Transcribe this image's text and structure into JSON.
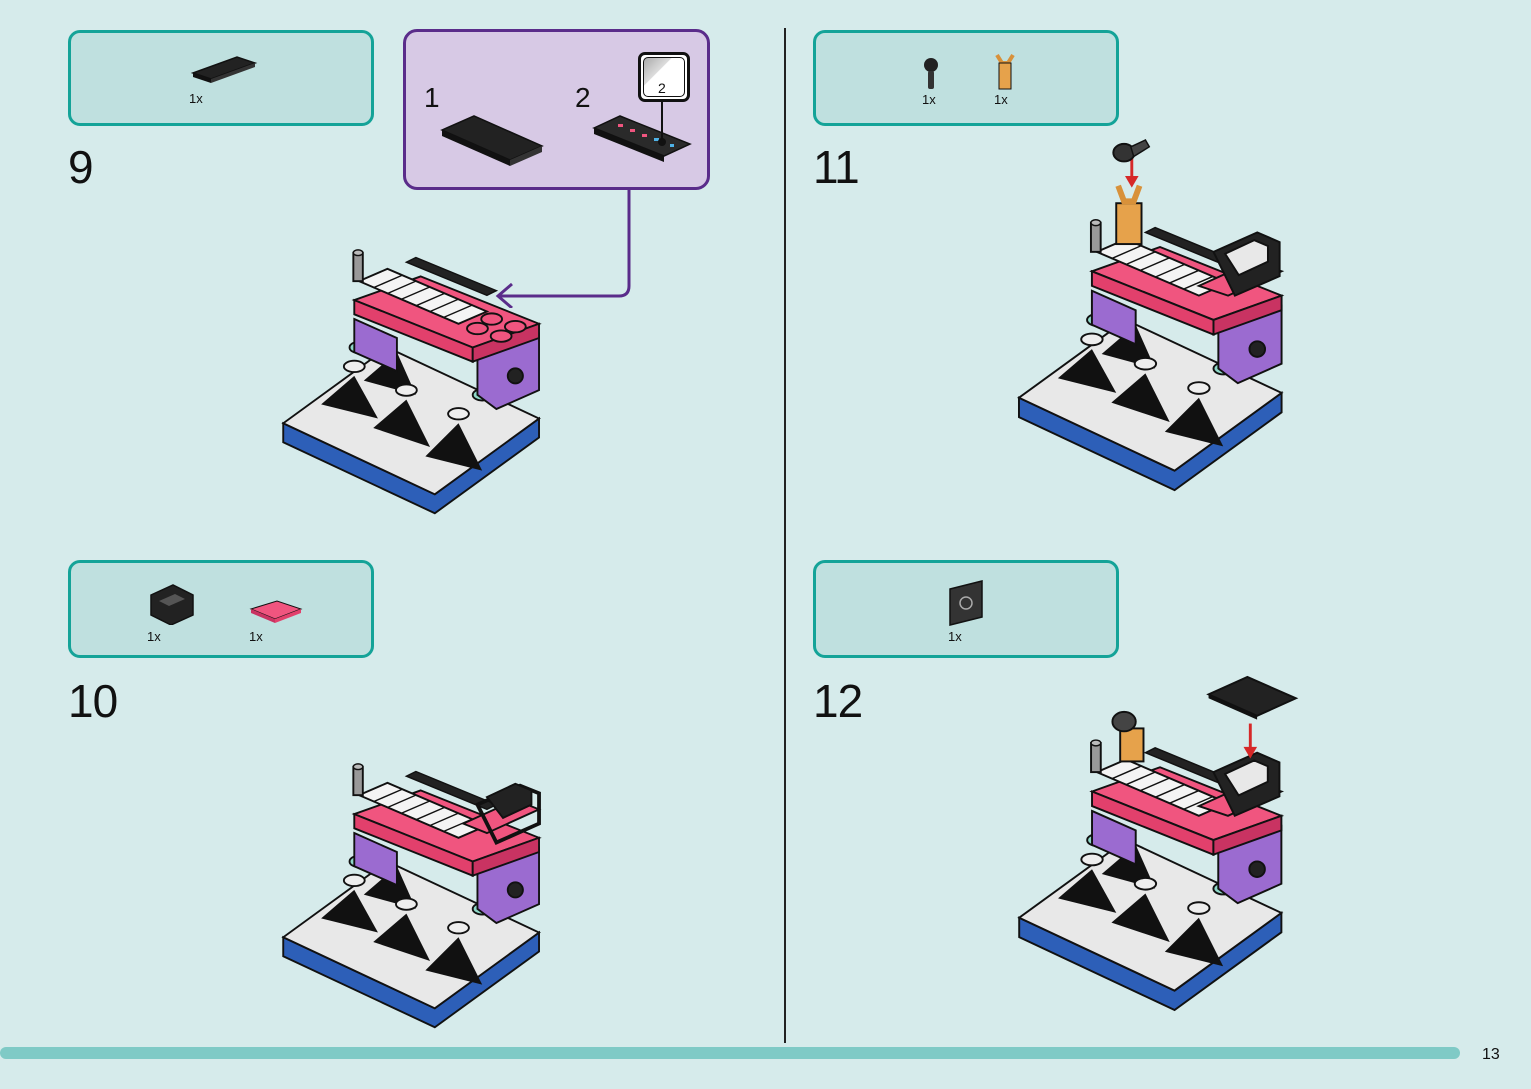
{
  "steps": [
    {
      "number": "9",
      "parts": [
        {
          "qty": "1x",
          "icon": "black-tile-2x4"
        }
      ]
    },
    {
      "number": "10",
      "parts": [
        {
          "qty": "1x",
          "icon": "black-handle-bracket"
        },
        {
          "qty": "1x",
          "icon": "pink-tile-2x2"
        }
      ]
    },
    {
      "number": "11",
      "parts": [
        {
          "qty": "1x",
          "icon": "microphone"
        },
        {
          "qty": "1x",
          "icon": "mic-stand-clip"
        }
      ]
    },
    {
      "number": "12",
      "parts": [
        {
          "qty": "1x",
          "icon": "black-tile-printed"
        }
      ]
    }
  ],
  "substep": {
    "items": [
      {
        "label": "1"
      },
      {
        "label": "2"
      }
    ],
    "sticker_callout": "2"
  },
  "page": {
    "number": "13",
    "progress": 0.95
  },
  "colors": {
    "background": "#d6ebeb",
    "parts_box_fill": "#bfe0df",
    "parts_box_border": "#14a398",
    "substep_fill": "#d7c9e5",
    "substep_border": "#5a2c8a",
    "accent_pink": "#f0557f",
    "arrow_red": "#d62828"
  }
}
